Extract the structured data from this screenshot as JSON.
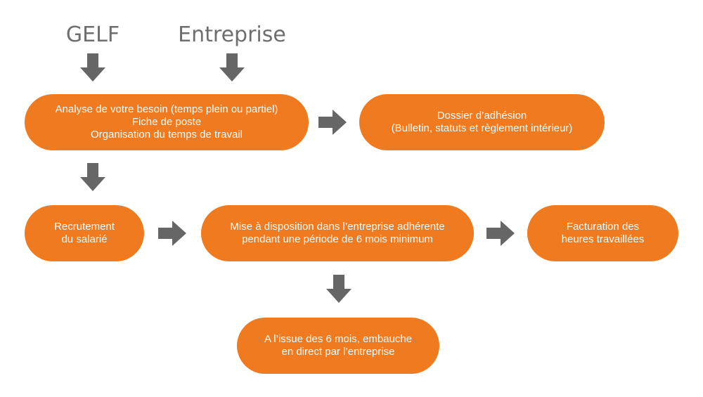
{
  "headings": {
    "gelf": "GELF",
    "entreprise": "Entreprise"
  },
  "boxes": {
    "analyse": {
      "lines": [
        "Analyse de votre besoin (temps plein ou partiel)",
        "Fiche de poste",
        "Organisation du temps de travail"
      ]
    },
    "dossier": {
      "lines": [
        "Dossier d’adhésion",
        "(Bulletin, statuts et règlement intérieur)"
      ]
    },
    "recrutement": {
      "lines": [
        "Recrutement",
        "du salarié"
      ]
    },
    "mise": {
      "lines": [
        "Mise à disposition dans l’entreprise adhérente",
        "pendant une période de 6 mois minimum"
      ]
    },
    "facturation": {
      "lines": [
        "Facturation des",
        "heures travaillées"
      ]
    },
    "embauche": {
      "lines": [
        "A l’issue des 6 mois, embauche",
        "en direct par l’entreprise"
      ]
    }
  },
  "colors": {
    "box": "#ef7a1f",
    "arrow": "#666666",
    "heading": "#6e6e6e"
  },
  "icons": {
    "down": "arrow-down-icon",
    "right": "arrow-right-icon"
  }
}
